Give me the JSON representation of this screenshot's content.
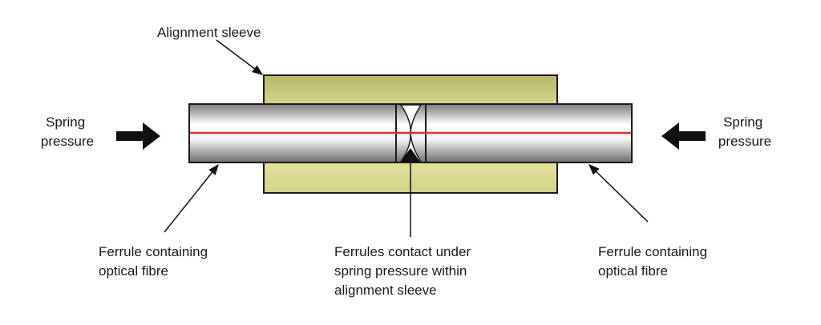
{
  "title": "Optical fibre connector alignment sleeve diagram",
  "labels": {
    "alignment_sleeve": "Alignment sleeve",
    "spring_left": [
      "Spring",
      "pressure"
    ],
    "spring_right": [
      "Spring",
      "pressure"
    ],
    "ferrule_left": [
      "Ferrule containing",
      "optical fibre"
    ],
    "ferrule_right": [
      "Ferrule containing",
      "optical fibre"
    ],
    "contact": [
      "Ferrules contact under",
      "spring pressure within",
      "alignment sleeve"
    ]
  },
  "colors": {
    "sleeve": "#e6e6a0",
    "fibre": "#d0383c",
    "outline": "#1a1a1a"
  }
}
